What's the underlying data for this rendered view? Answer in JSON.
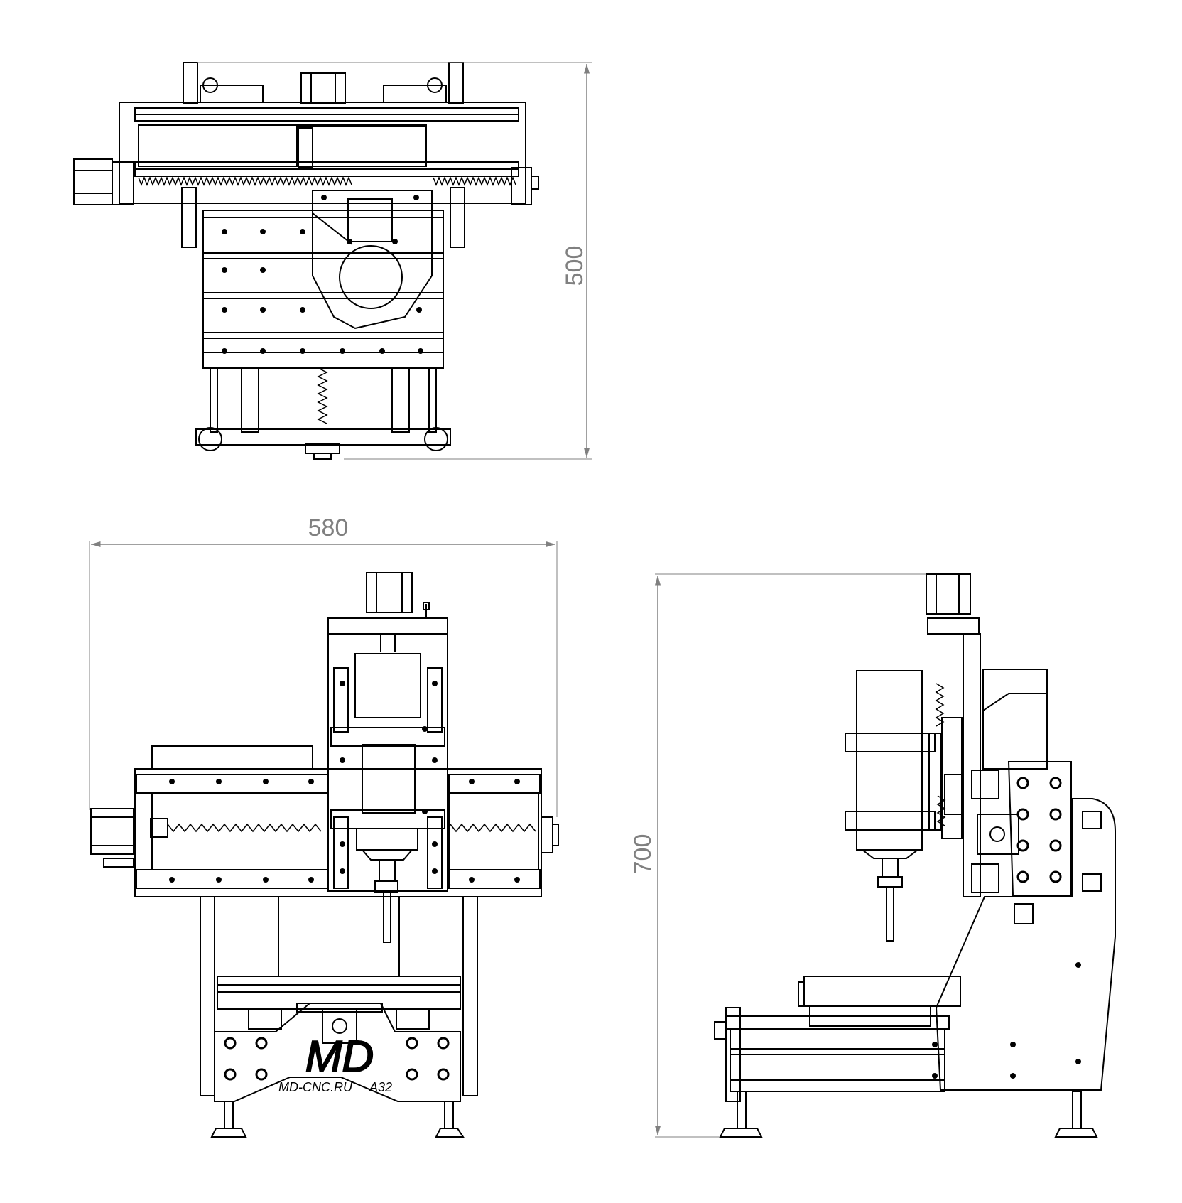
{
  "drawing": {
    "dimensions": {
      "top_depth": "500",
      "front_width": "580",
      "side_height": "700"
    },
    "branding": {
      "logo": "MD",
      "website": "MD-CNC.RU",
      "model": "A32"
    },
    "colors": {
      "line": "#000000",
      "dimension": "#808080",
      "background": "#ffffff"
    }
  }
}
